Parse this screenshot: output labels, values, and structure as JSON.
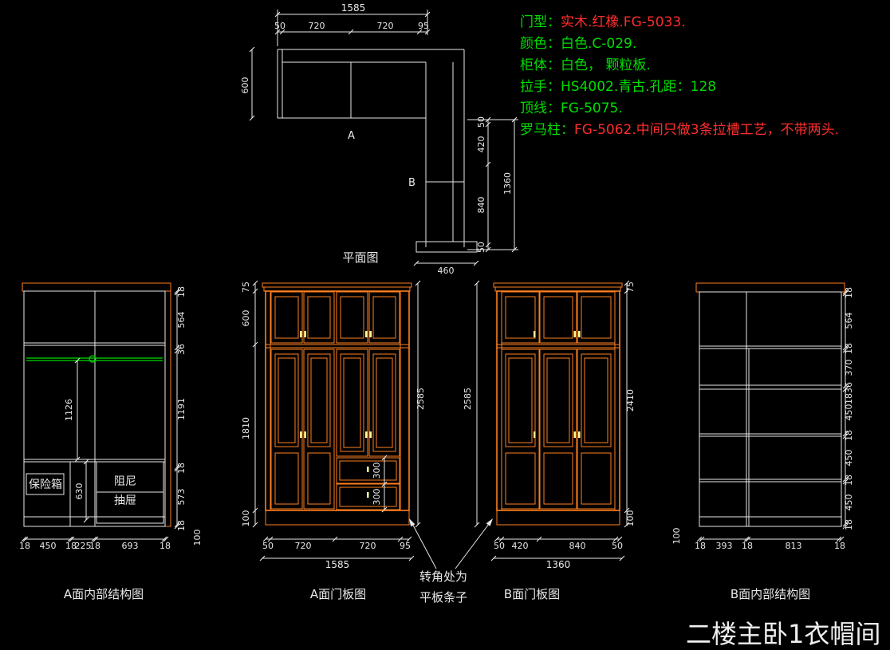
{
  "colors": {
    "background": "#000000",
    "line_white": "#e8e8e8",
    "line_orange": "#ff7f1e",
    "line_green": "#00dd00",
    "text_green": "#00dd00",
    "text_red": "#ff2d2d",
    "handle_yellow": "#ffff99"
  },
  "specs": [
    {
      "label": "门型：",
      "value": "实木.红橡.FG-5033."
    },
    {
      "label": "颜色：",
      "value": "白色.C-029."
    },
    {
      "label": "柜体：",
      "value": "白色， 颗粒板."
    },
    {
      "label": "拉手：",
      "value": "HS4002.青古.孔距：128"
    },
    {
      "label": "顶线：",
      "value": "FG-5075."
    },
    {
      "label": "罗马柱：",
      "value": "FG-5062.中间只做3条拉槽工艺，不带两头."
    }
  ],
  "plan": {
    "title": "平面图",
    "dim_total": "1585",
    "dims_top": [
      "50",
      "720",
      "720",
      "95"
    ],
    "dim_depth": "600",
    "dims_right": [
      "50",
      "420",
      "840",
      "50"
    ],
    "dim_right_total": "1360",
    "dim_bottom": "460",
    "face_a": "A",
    "face_b": "B"
  },
  "a_internal": {
    "title": "A面内部结构图",
    "label_safe": "保险箱",
    "label_damper1": "阻尼",
    "label_damper2": "抽屉",
    "dim_hang": "1126",
    "dim_safe": "630",
    "dims_right": [
      "18",
      "564",
      "36",
      "1191",
      "18",
      "573",
      "18"
    ],
    "dims_bottom": [
      "18",
      "450",
      "18",
      "225",
      "18",
      "693",
      "18"
    ],
    "dim_plinth": "100"
  },
  "a_door": {
    "title": "A面门板图",
    "dims_left": [
      "75",
      "600",
      "1810",
      "100"
    ],
    "dim_height": "2585",
    "dims_drawer": [
      "300",
      "300"
    ],
    "dims_bottom": [
      "50",
      "720",
      "720",
      "95"
    ],
    "dim_total": "1585"
  },
  "b_door": {
    "title": "B面门板图",
    "dim_height": "2585",
    "dims_right": [
      "75",
      "2410",
      "100"
    ],
    "dims_bottom": [
      "50",
      "420",
      "840",
      "50"
    ],
    "dim_total": "1360"
  },
  "b_internal": {
    "title": "B面内部结构图",
    "dims_right": [
      "18",
      "564",
      "18",
      "370",
      "36",
      "18",
      "450",
      "18",
      "450",
      "18",
      "450",
      "18"
    ],
    "dims_bottom": [
      "18",
      "393",
      "18",
      "813",
      "18"
    ],
    "dim_plinth": "100"
  },
  "corner_note": {
    "line1": "转角处为",
    "line2": "平板条子"
  },
  "main_title": "二楼主卧1衣帽间"
}
